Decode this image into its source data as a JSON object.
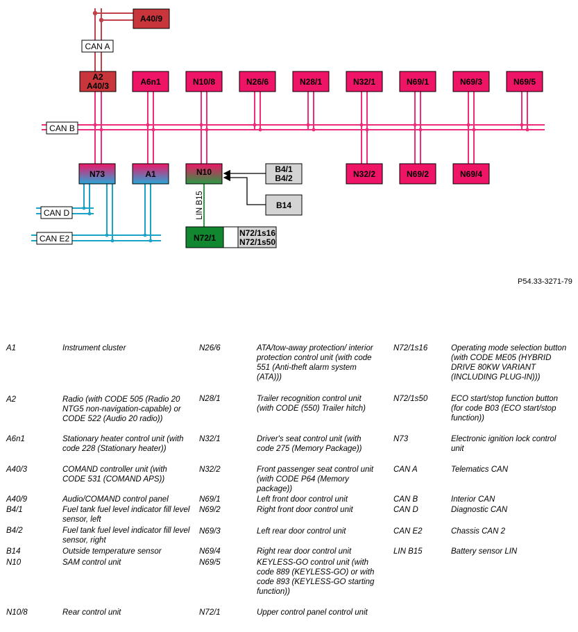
{
  "diagram": {
    "units": {
      "a40_9": "A40/9",
      "a2": "A2",
      "a40_3": "A40/3",
      "a6n1": "A6n1",
      "n10_8": "N10/8",
      "n26_6": "N26/6",
      "n28_1": "N28/1",
      "n32_1": "N32/1",
      "n69_1": "N69/1",
      "n69_3": "N69/3",
      "n69_5": "N69/5",
      "n73": "N73",
      "a1": "A1",
      "n10": "N10",
      "n32_2": "N32/2",
      "n69_2": "N69/2",
      "n69_4": "N69/4",
      "b4_1": "B4/1",
      "b4_2": "B4/2",
      "b14": "B14",
      "n72_1": "N72/1",
      "n72_1s16": "N72/1s16",
      "n72_1s50": "N72/1s50"
    },
    "buses": {
      "can_a": "CAN A",
      "can_b": "CAN B",
      "can_d": "CAN D",
      "can_e2": "CAN E2",
      "lin_b15": "LIN B15"
    },
    "colors": {
      "can_a": "#c0404a",
      "can_b": "#ee2b7b",
      "can_d_e2": "#1aa3c8",
      "lin": "#2e9a44",
      "box_can_a": "#c8363c",
      "box_can_b": "#ee1567",
      "box_lin": "#11882f",
      "box_sensor": "#d4d4d4"
    },
    "reference": "P54.33-3271-79"
  },
  "legend": {
    "col1": [
      {
        "code": "A1",
        "desc": "Instrument cluster"
      },
      {
        "code": "A2",
        "desc": "Radio (with CODE 505 (Radio 20 NTG5 non-navigation-capable) or CODE 522 (Audio 20 radio))"
      },
      {
        "code": "A6n1",
        "desc": "Stationary heater control unit (with code 228 (Stationary heater))"
      },
      {
        "code": "A40/3",
        "desc": "COMAND controller unit (with CODE 531 (COMAND APS))"
      },
      {
        "code": "A40/9",
        "desc": "Audio/COMAND control panel"
      },
      {
        "code": "B4/1",
        "desc": "Fuel tank fuel level indicator fill level sensor, left"
      },
      {
        "code": "B4/2",
        "desc": "Fuel tank fuel level indicator fill level sensor, right"
      },
      {
        "code": "B14",
        "desc": "Outside temperature sensor"
      },
      {
        "code": "N10",
        "desc": "SAM control unit"
      },
      {
        "code": "N10/8",
        "desc": "Rear control unit"
      }
    ],
    "col2": [
      {
        "code": "N26/6",
        "desc": "ATA/tow-away protection/ interior protection control unit (with code 551 (Anti-theft alarm system (ATA)))"
      },
      {
        "code": "N28/1",
        "desc": "Trailer recognition control unit (with CODE (550) Trailer hitch)"
      },
      {
        "code": "N32/1",
        "desc": "Driver's seat control unit (with code 275 (Memory Package))"
      },
      {
        "code": "N32/2",
        "desc": "Front passenger seat control unit (with CODE P64 (Memory package))"
      },
      {
        "code": "N69/1",
        "desc": "Left front door control unit"
      },
      {
        "code": "N69/2",
        "desc": "Right front door control unit"
      },
      {
        "code": "N69/3",
        "desc": "Left rear door control unit"
      },
      {
        "code": "N69/4",
        "desc": "Right rear door control unit"
      },
      {
        "code": "N69/5",
        "desc": "KEYLESS-GO control unit (with code 889 (KEYLESS-GO) or with code 893 (KEYLESS-GO starting function))"
      },
      {
        "code": "N72/1",
        "desc": "Upper control panel control unit"
      }
    ],
    "col3": [
      {
        "code": "N72/1s16",
        "desc": "Operating mode selection button (with CODE ME05 (HYBRID DRIVE 80KW VARIANT (INCLUDING PLUG-IN)))"
      },
      {
        "code": "N72/1s50",
        "desc": "ECO start/stop function button (for code B03 (ECO start/stop function))"
      },
      {
        "code": "N73",
        "desc": "Electronic ignition lock control unit"
      },
      {
        "code": "CAN A",
        "desc": "Telematics CAN"
      },
      {
        "code": "CAN B",
        "desc": "Interior CAN"
      },
      {
        "code": "CAN D",
        "desc": "Diagnostic CAN"
      },
      {
        "code": "CAN E2",
        "desc": "Chassis CAN 2"
      },
      {
        "code": "LIN B15",
        "desc": "Battery sensor LIN"
      }
    ]
  }
}
